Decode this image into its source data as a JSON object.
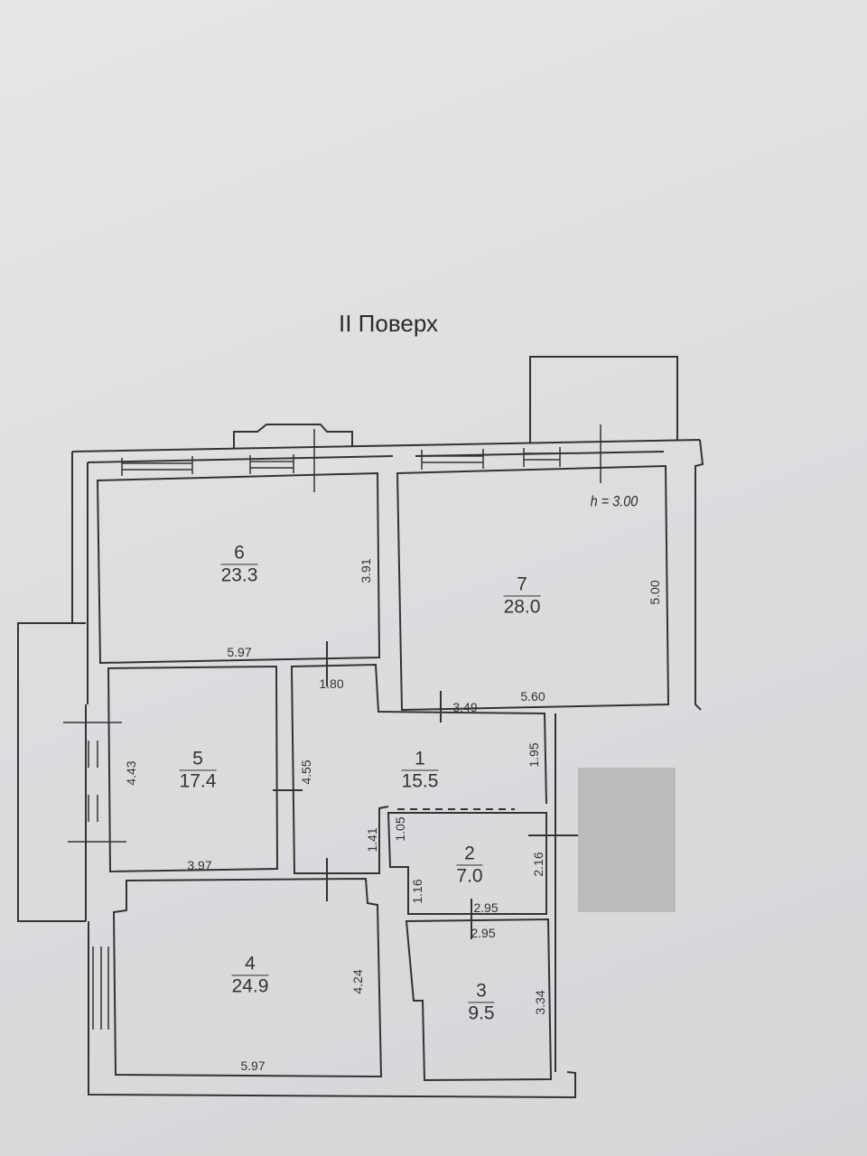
{
  "title": "II Поверх",
  "ceiling_height": "h = 3.00",
  "rooms": [
    {
      "number": "1",
      "area": "15.5"
    },
    {
      "number": "2",
      "area": "7.0"
    },
    {
      "number": "3",
      "area": "9.5"
    },
    {
      "number": "4",
      "area": "24.9"
    },
    {
      "number": "5",
      "area": "17.4"
    },
    {
      "number": "6",
      "area": "23.3"
    },
    {
      "number": "7",
      "area": "28.0"
    }
  ],
  "dimensions": {
    "r6_height": "3.91",
    "r6_width": "5.97",
    "door_1": "1.80",
    "r7_width": "5.60",
    "r7_height": "5.00",
    "r1_width": "3.49",
    "r1_height": "1.95",
    "r5_height": "4.43",
    "r1_left": "4.55",
    "r5_width": "3.97",
    "r1_notch": "1.41",
    "r2_notch": "1.05",
    "r2_lower": "1.16",
    "r2_height": "2.16",
    "r2_width": "2.95",
    "r3_width": "2.95",
    "r4_height": "4.24",
    "r3_height": "3.34",
    "r4_width": "5.97"
  },
  "colors": {
    "line": "#333333",
    "paper": "#e2e2e4",
    "redaction": "#bdbbb9"
  }
}
